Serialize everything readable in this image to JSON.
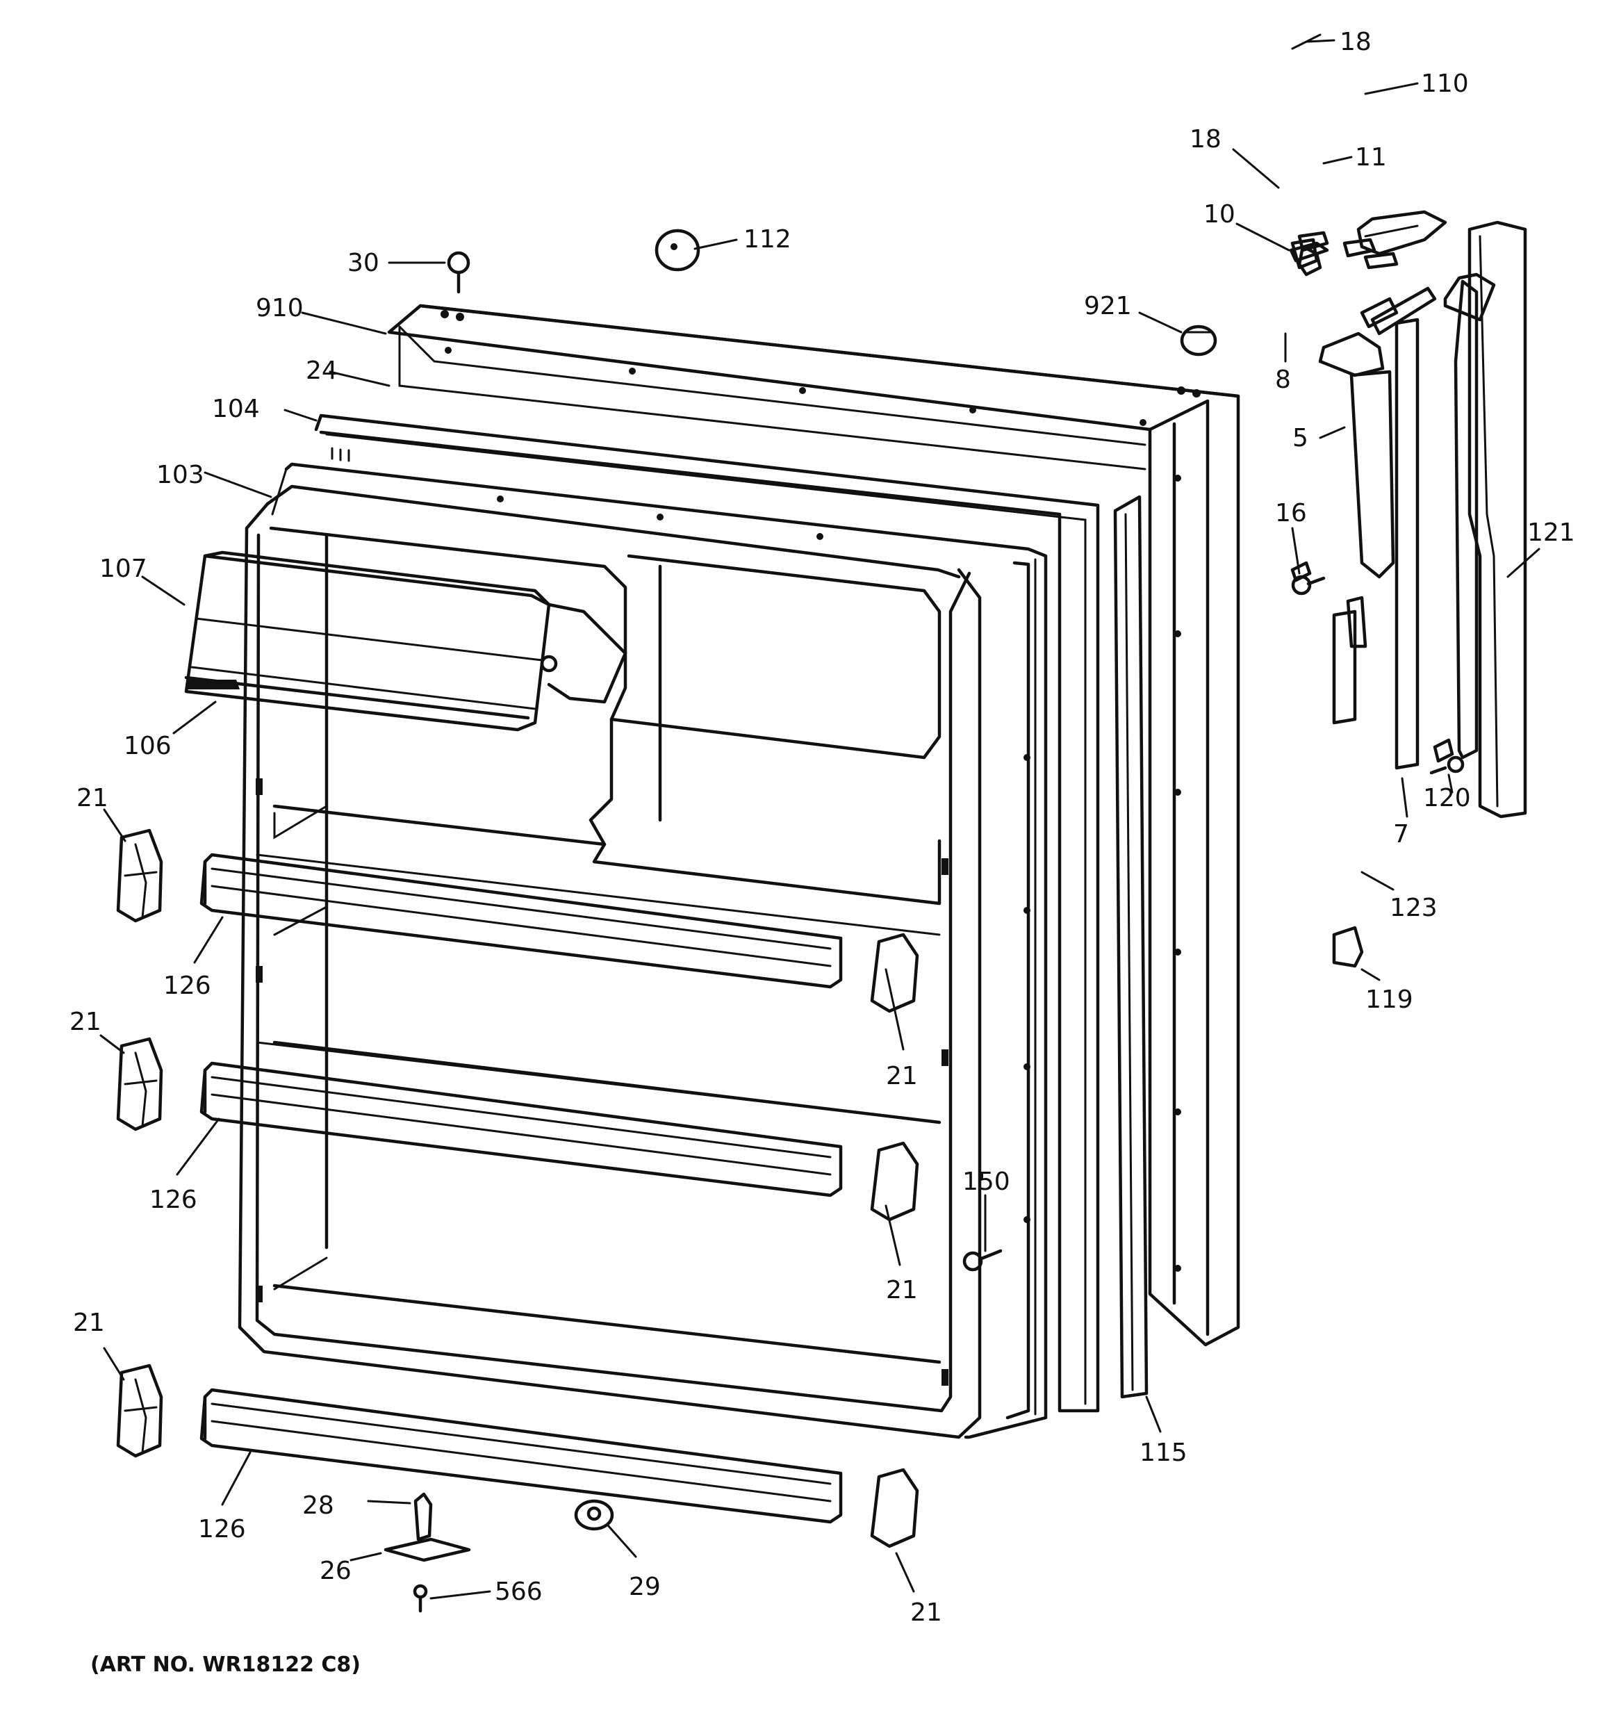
{
  "art_number": "(ART NO. WR18122 C8)",
  "callouts": [
    {
      "id": "c18a",
      "label": "18"
    },
    {
      "id": "c110",
      "label": "110"
    },
    {
      "id": "c18b",
      "label": "18"
    },
    {
      "id": "c11",
      "label": "11"
    },
    {
      "id": "c10",
      "label": "10"
    },
    {
      "id": "c30",
      "label": "30"
    },
    {
      "id": "c112",
      "label": "112"
    },
    {
      "id": "c910",
      "label": "910"
    },
    {
      "id": "c921",
      "label": "921"
    },
    {
      "id": "c8",
      "label": "8"
    },
    {
      "id": "c24",
      "label": "24"
    },
    {
      "id": "c104",
      "label": "104"
    },
    {
      "id": "c5",
      "label": "5"
    },
    {
      "id": "c121",
      "label": "121"
    },
    {
      "id": "c103",
      "label": "103"
    },
    {
      "id": "c16",
      "label": "16"
    },
    {
      "id": "c107",
      "label": "107"
    },
    {
      "id": "c106",
      "label": "106"
    },
    {
      "id": "c120",
      "label": "120"
    },
    {
      "id": "c21a",
      "label": "21"
    },
    {
      "id": "c7",
      "label": "7"
    },
    {
      "id": "c123",
      "label": "123"
    },
    {
      "id": "c126a",
      "label": "126"
    },
    {
      "id": "c119",
      "label": "119"
    },
    {
      "id": "c21b",
      "label": "21"
    },
    {
      "id": "c21c",
      "label": "21"
    },
    {
      "id": "c126b",
      "label": "126"
    },
    {
      "id": "c150",
      "label": "150"
    },
    {
      "id": "c21d",
      "label": "21"
    },
    {
      "id": "c21e",
      "label": "21"
    },
    {
      "id": "c115",
      "label": "115"
    },
    {
      "id": "c28",
      "label": "28"
    },
    {
      "id": "c126c",
      "label": "126"
    },
    {
      "id": "c26",
      "label": "26"
    },
    {
      "id": "c566",
      "label": "566"
    },
    {
      "id": "c29",
      "label": "29"
    },
    {
      "id": "c21f",
      "label": "21"
    }
  ]
}
